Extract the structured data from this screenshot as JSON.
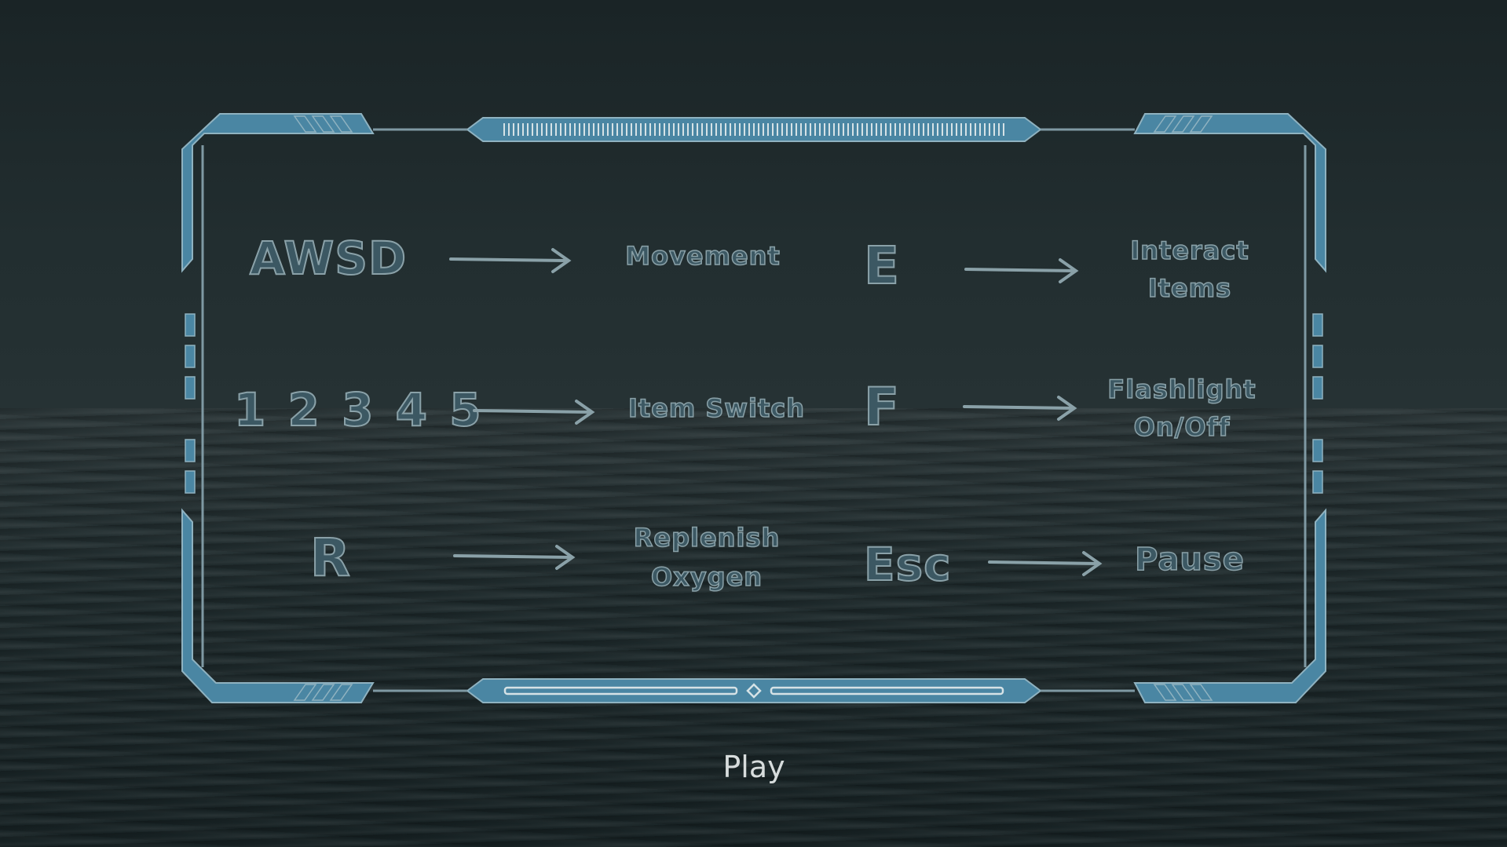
{
  "controls": [
    {
      "key": "AWSD",
      "action": "Movement"
    },
    {
      "key": "1 2 3 4 5",
      "action": "Item Switch"
    },
    {
      "key": "R",
      "action_line1": "Replenish",
      "action_line2": "Oxygen"
    },
    {
      "key": "E",
      "action_line1": "Interact",
      "action_line2": "Items"
    },
    {
      "key": "F",
      "action_line1": "Flashlight",
      "action_line2": "On/Off"
    },
    {
      "key": "Esc",
      "action": "Pause"
    }
  ],
  "play_label": "Play",
  "colors": {
    "frame": "#4a86a3",
    "frame_edge": "#8fb2c0",
    "text_fill": "#3c5863",
    "text_stroke": "#8aa1a8",
    "play_text": "#d7dcdc"
  }
}
